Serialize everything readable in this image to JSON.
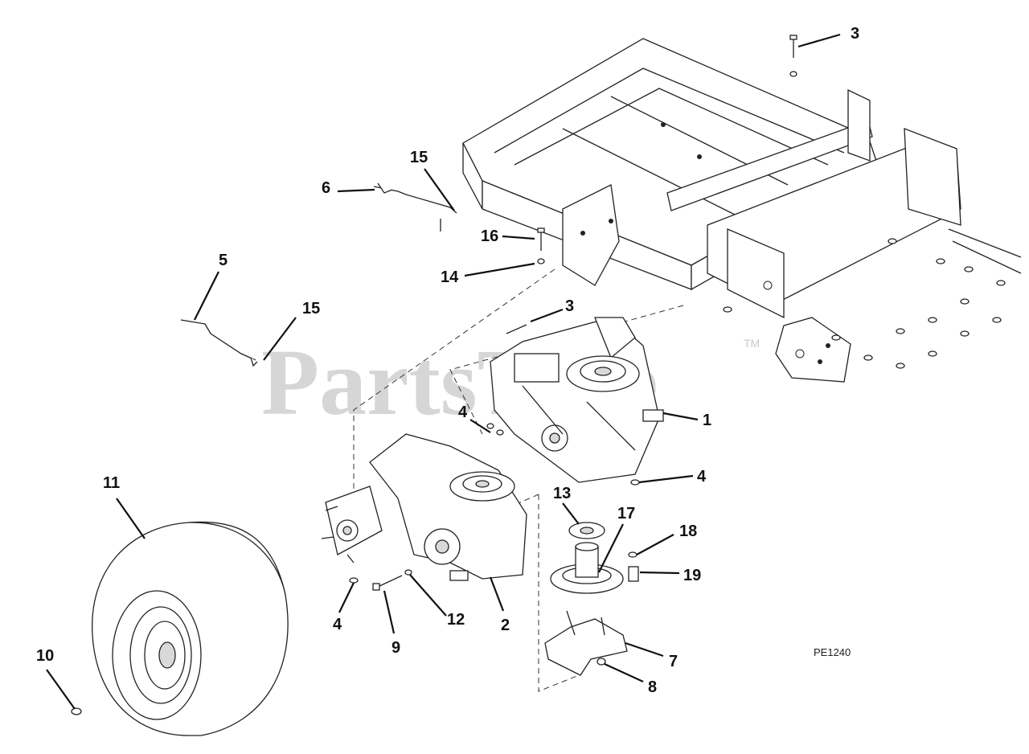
{
  "watermark": {
    "text": "PartsTree",
    "trademark": "TM"
  },
  "drawing_code": "PE1240",
  "callouts": {
    "c1": "1",
    "c2": "2",
    "c3a": "3",
    "c3b": "3",
    "c4a": "4",
    "c4b": "4",
    "c4c": "4",
    "c5": "5",
    "c6": "6",
    "c7": "7",
    "c8": "8",
    "c9": "9",
    "c10": "10",
    "c11": "11",
    "c12": "12",
    "c13": "13",
    "c14": "14",
    "c15a": "15",
    "c15b": "15",
    "c16": "16",
    "c17": "17",
    "c18": "18",
    "c19": "19"
  }
}
